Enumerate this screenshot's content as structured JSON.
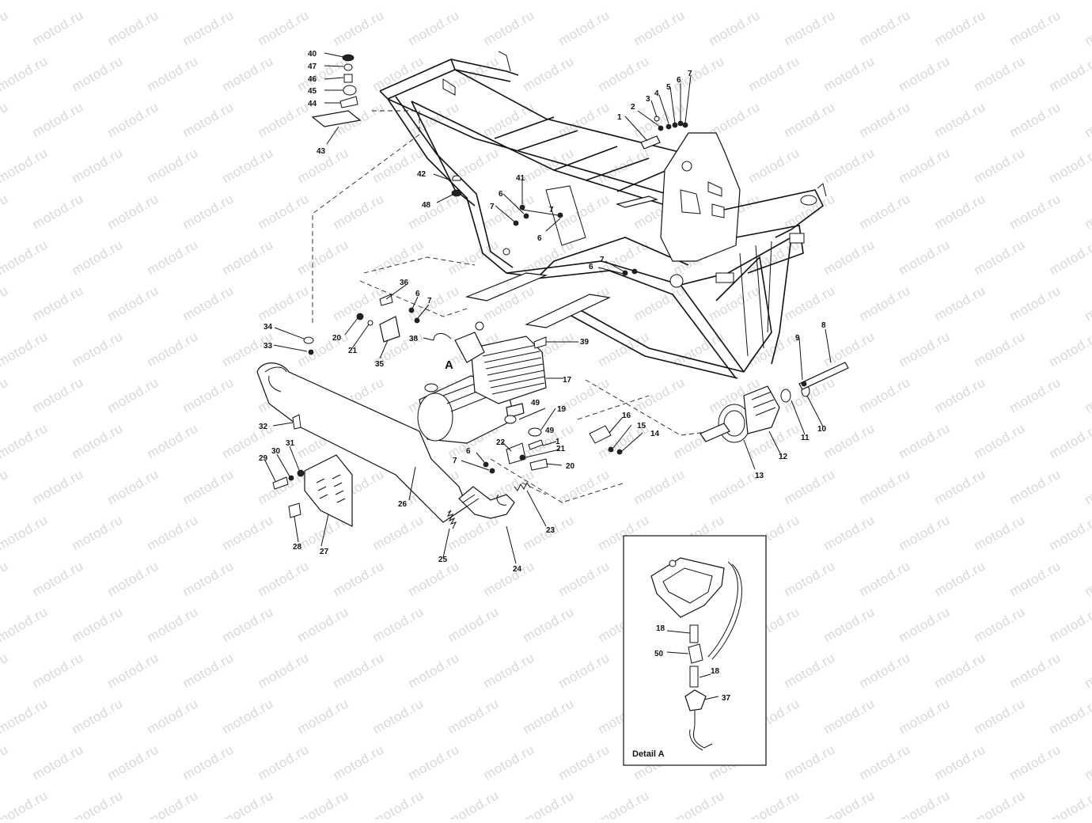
{
  "watermark": "motod.ru",
  "view_label": "A",
  "detail": {
    "title": "Detail A"
  },
  "labels": [
    {
      "id": "l1",
      "text": "1"
    },
    {
      "id": "l2",
      "text": "2"
    },
    {
      "id": "l3",
      "text": "3"
    },
    {
      "id": "l4",
      "text": "4"
    },
    {
      "id": "l5",
      "text": "5"
    },
    {
      "id": "l6a",
      "text": "6"
    },
    {
      "id": "l7a",
      "text": "7"
    },
    {
      "id": "l40",
      "text": "40"
    },
    {
      "id": "l47",
      "text": "47"
    },
    {
      "id": "l46",
      "text": "46"
    },
    {
      "id": "l45",
      "text": "45"
    },
    {
      "id": "l44",
      "text": "44"
    },
    {
      "id": "l43",
      "text": "43"
    },
    {
      "id": "l42",
      "text": "42"
    },
    {
      "id": "l48",
      "text": "48"
    },
    {
      "id": "l41",
      "text": "41"
    },
    {
      "id": "l6b",
      "text": "6"
    },
    {
      "id": "l7b",
      "text": "7"
    },
    {
      "id": "l7c",
      "text": "7"
    },
    {
      "id": "l6c",
      "text": "6"
    },
    {
      "id": "l7d",
      "text": "7"
    },
    {
      "id": "l6d",
      "text": "6"
    },
    {
      "id": "l36",
      "text": "36"
    },
    {
      "id": "l6e",
      "text": "6"
    },
    {
      "id": "l7e",
      "text": "7"
    },
    {
      "id": "l34",
      "text": "34"
    },
    {
      "id": "l20a",
      "text": "20"
    },
    {
      "id": "l21a",
      "text": "21"
    },
    {
      "id": "l38",
      "text": "38"
    },
    {
      "id": "l35",
      "text": "35"
    },
    {
      "id": "l33",
      "text": "33"
    },
    {
      "id": "l39",
      "text": "39"
    },
    {
      "id": "l17",
      "text": "17"
    },
    {
      "id": "l8",
      "text": "8"
    },
    {
      "id": "l9",
      "text": "9"
    },
    {
      "id": "l49a",
      "text": "49"
    },
    {
      "id": "l19",
      "text": "19"
    },
    {
      "id": "l49b",
      "text": "49"
    },
    {
      "id": "l16",
      "text": "16"
    },
    {
      "id": "l15",
      "text": "15"
    },
    {
      "id": "l14",
      "text": "14"
    },
    {
      "id": "l1b",
      "text": "1"
    },
    {
      "id": "l22",
      "text": "22"
    },
    {
      "id": "l21b",
      "text": "21"
    },
    {
      "id": "l6f",
      "text": "6"
    },
    {
      "id": "l7f",
      "text": "7"
    },
    {
      "id": "l20b",
      "text": "20"
    },
    {
      "id": "l32",
      "text": "32"
    },
    {
      "id": "l31",
      "text": "31"
    },
    {
      "id": "l30",
      "text": "30"
    },
    {
      "id": "l29",
      "text": "29"
    },
    {
      "id": "l26",
      "text": "26"
    },
    {
      "id": "l28",
      "text": "28"
    },
    {
      "id": "l27",
      "text": "27"
    },
    {
      "id": "l25",
      "text": "25"
    },
    {
      "id": "l24",
      "text": "24"
    },
    {
      "id": "l23",
      "text": "23"
    },
    {
      "id": "l13",
      "text": "13"
    },
    {
      "id": "l12",
      "text": "12"
    },
    {
      "id": "l11",
      "text": "11"
    },
    {
      "id": "l10",
      "text": "10"
    },
    {
      "id": "l18a",
      "text": "18"
    },
    {
      "id": "l50",
      "text": "50"
    },
    {
      "id": "l18b",
      "text": "18"
    },
    {
      "id": "l37",
      "text": "37"
    }
  ]
}
